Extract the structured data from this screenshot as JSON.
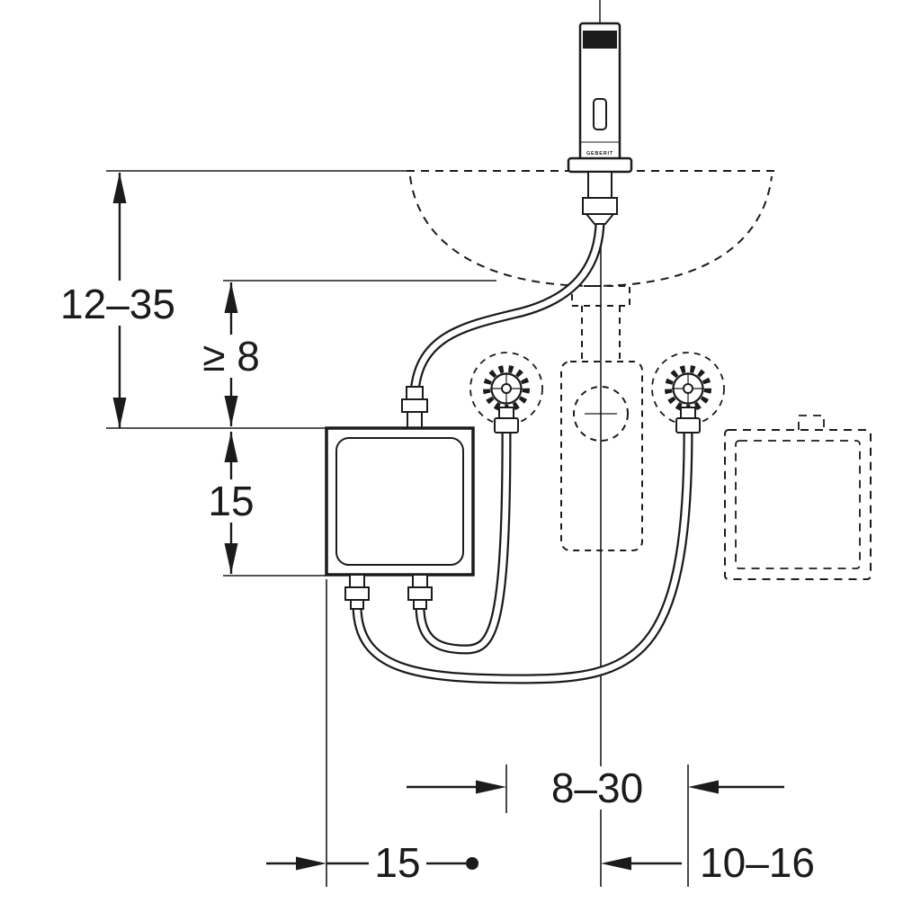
{
  "diagram": {
    "kind": "washbasin-sensor-tap-installation-dimension-drawing",
    "brand": "GEBERIT",
    "labels": {
      "left_height_range": "12–35",
      "left_min_gap": "≥ 8",
      "left_box_height": "15",
      "bottom_valve_span": "8–30",
      "bottom_box_width": "15",
      "bottom_center_offset": "10–16"
    },
    "colors": {
      "line": "#1b1b1b",
      "background": "#ffffff"
    }
  }
}
